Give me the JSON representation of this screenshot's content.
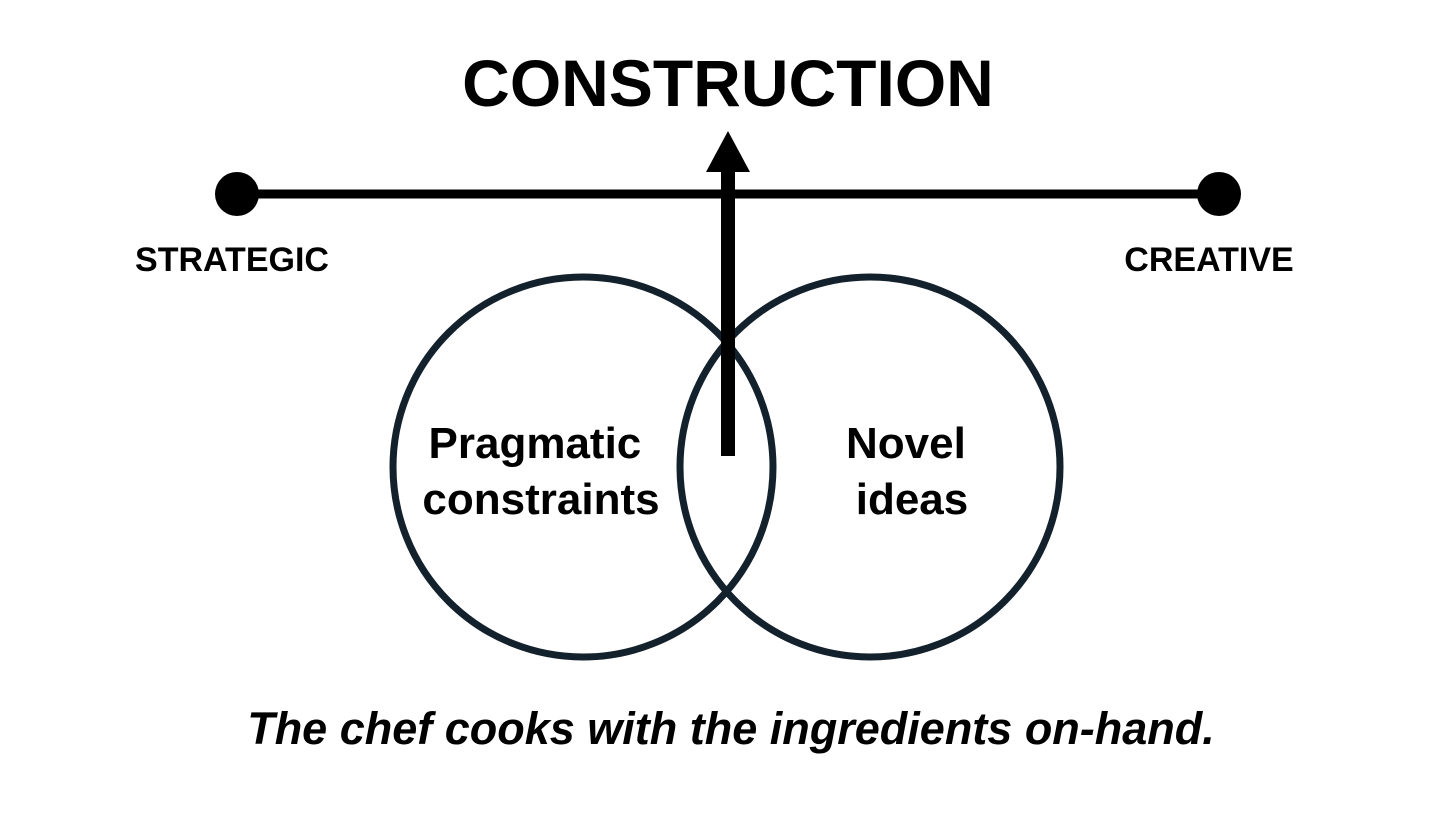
{
  "title": "CONSTRUCTION",
  "axis": {
    "left_label": "STRATEGIC",
    "right_label": "CREATIVE"
  },
  "circles": {
    "left": {
      "line1": "Pragmatic",
      "line2": "constraints"
    },
    "right": {
      "line1": "Novel",
      "line2": "ideas"
    }
  },
  "caption": "The chef cooks with the ingredients on-hand.",
  "colors": {
    "ink": "#000000",
    "circle_stroke": "#13212c",
    "background": "#ffffff"
  }
}
